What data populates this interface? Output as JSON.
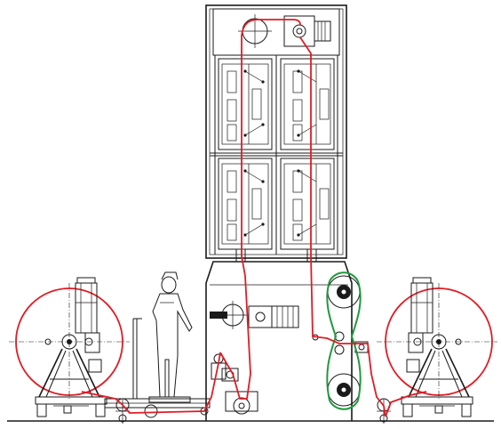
{
  "diagram": {
    "kind": "machine-technical-drawing",
    "colors": {
      "outline": "#1a1a1a",
      "web_path": "#e21b24",
      "drive_belt": "#1f9a3c",
      "background": "#ffffff"
    },
    "components": [
      "unwinder-left",
      "drying-tower",
      "operator-figure",
      "main-drive-motor",
      "coating-unit",
      "rewinder-right",
      "web-path",
      "drive-belt"
    ]
  }
}
